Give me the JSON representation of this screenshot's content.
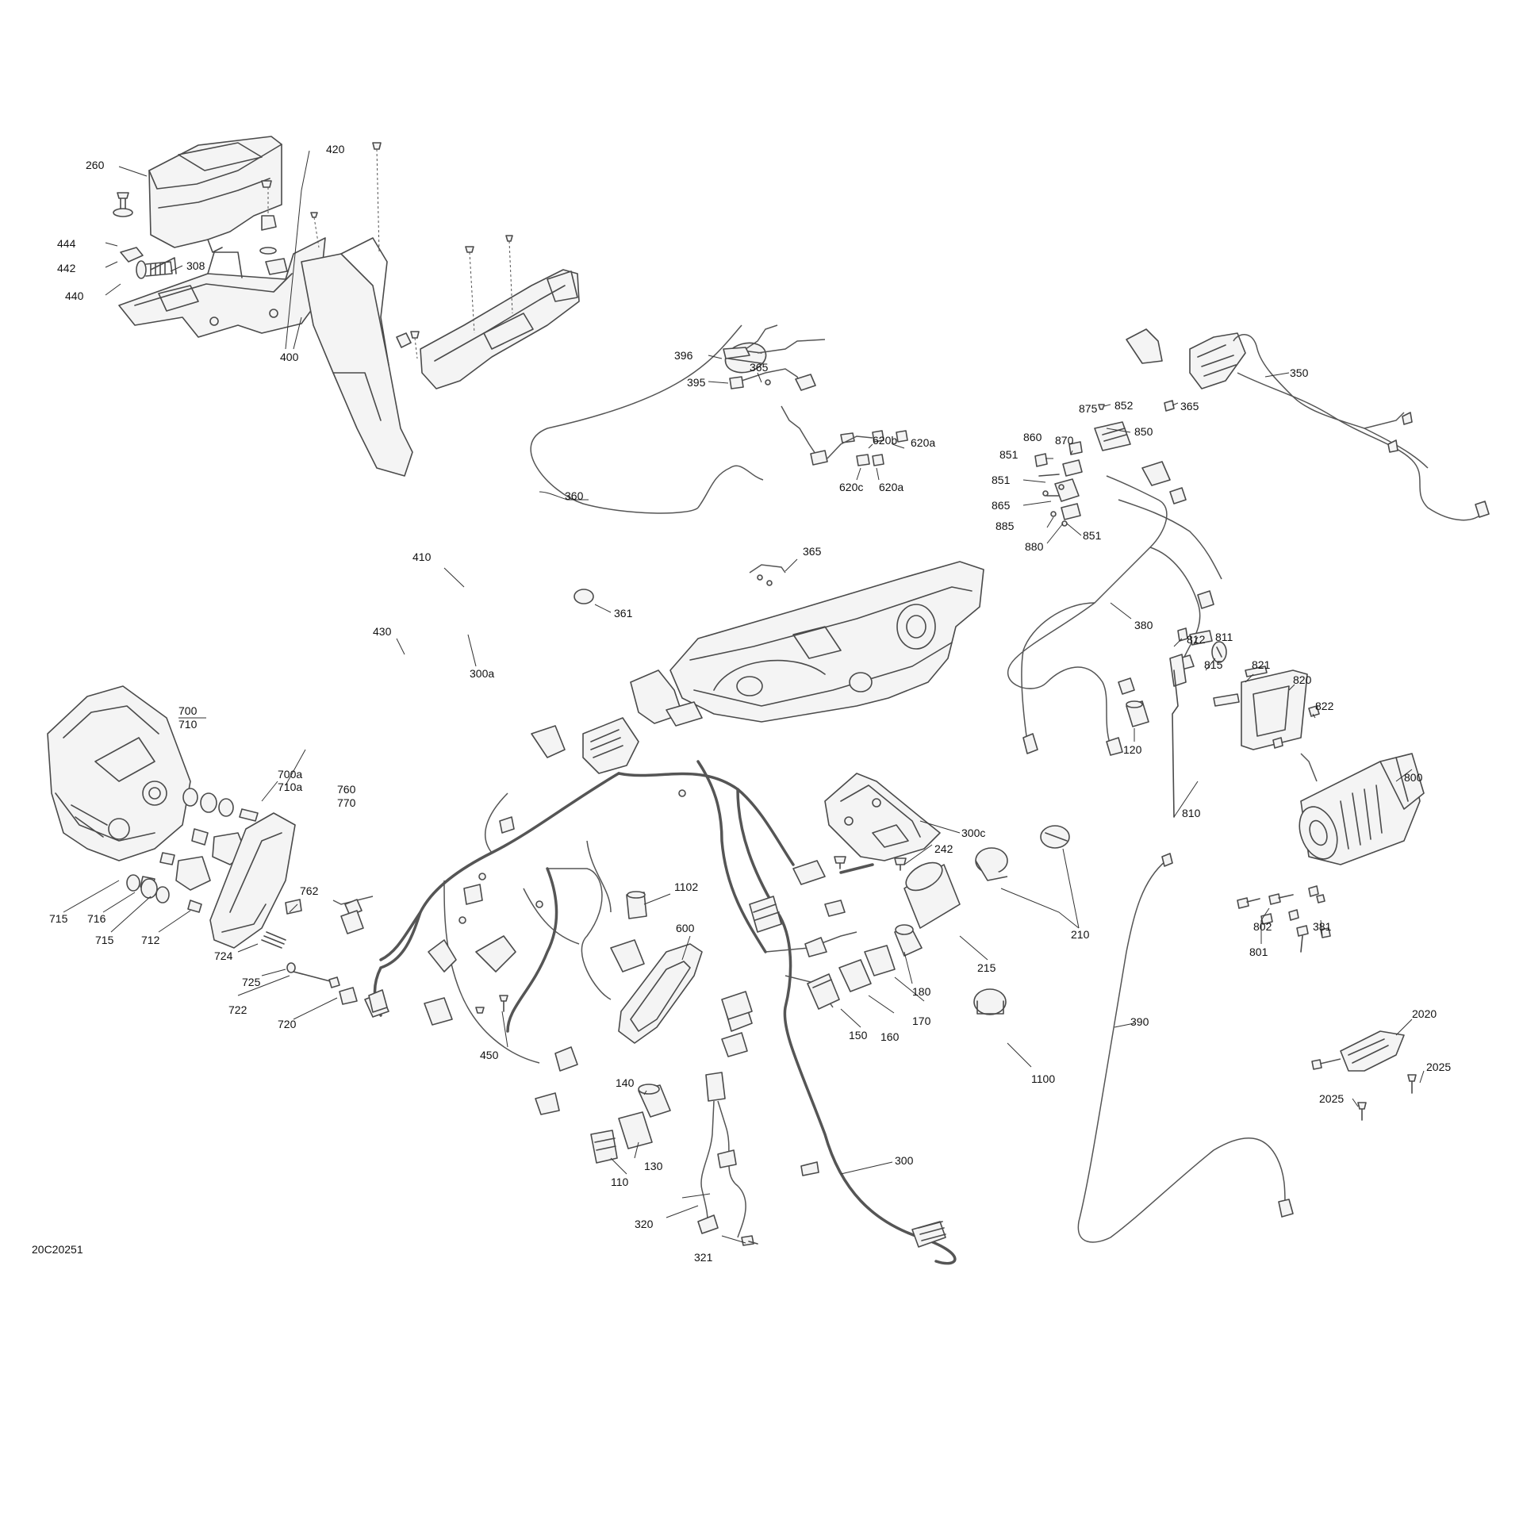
{
  "diagram_code": "20C20251",
  "callouts": {
    "c260": "260",
    "c444": "444",
    "c442": "442",
    "c440": "440",
    "c308": "308",
    "c420": "420",
    "c400": "400",
    "c410": "410",
    "c430": "430",
    "c300a": "300a",
    "c360": "360",
    "c361": "361",
    "c365a": "365",
    "c365b": "365",
    "c365c": "365",
    "c396": "396",
    "c395": "395",
    "c620b": "620b",
    "c620a1": "620a",
    "c620c": "620c",
    "c620a2": "620a",
    "c350": "350",
    "c875": "875",
    "c852": "852",
    "c850": "850",
    "c860": "860",
    "c870": "870",
    "c851a": "851",
    "c851b": "851",
    "c851c": "851",
    "c865": "865",
    "c885": "885",
    "c880": "880",
    "c380": "380",
    "c812": "812",
    "c811": "811",
    "c815": "815",
    "c821": "821",
    "c820": "820",
    "c822": "822",
    "c120": "120",
    "c810": "810",
    "c800": "800",
    "c300c": "300c",
    "c242": "242",
    "c700": "700",
    "c710": "710",
    "c700a": "700a",
    "c710a": "710a",
    "c760": "760",
    "c770": "770",
    "c715a": "715",
    "c716": "716",
    "c715b": "715",
    "c712": "712",
    "c762": "762",
    "c724": "724",
    "c725": "725",
    "c722": "722",
    "c720": "720",
    "c1102": "1102",
    "c600": "600",
    "c450": "450",
    "c210": "210",
    "c215": "215",
    "c180": "180",
    "c170": "170",
    "c160": "160",
    "c150": "150",
    "c1100": "1100",
    "c390": "390",
    "c140": "140",
    "c130": "130",
    "c110": "110",
    "c300": "300",
    "c320": "320",
    "c321": "321",
    "c802": "802",
    "c381": "381",
    "c801": "801",
    "c2020": "2020",
    "c2025a": "2025",
    "c2025b": "2025"
  }
}
